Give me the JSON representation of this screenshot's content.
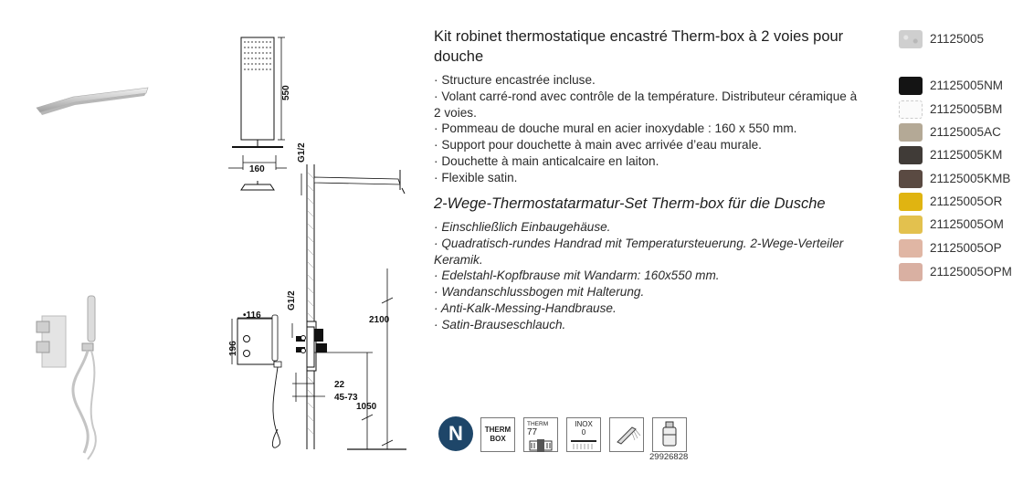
{
  "product": {
    "title": "Kit robinet thermostatique encastré Therm-box à 2 voies pour douche",
    "features_fr": [
      "Structure encastrée incluse.",
      "Volant carré-rond avec contrôle de la température. Distributeur céramique à 2 voies.",
      "Pommeau de douche mural en acier inoxydable : 160 x 550 mm.",
      "Support pour douchette à main avec arrivée d’eau murale.",
      "Douchette à main anticalcaire en laiton.",
      "Flexible satin."
    ],
    "title_de": "2-Wege-Thermostatarmatur-Set Therm-box für die Dusche",
    "features_de": [
      "Einschließlich Einbaugehäuse.",
      "Quadratisch-rundes Handrad mit Temperatursteuerung. 2-Wege-Verteiler Keramik.",
      "Edelstahl-Kopfbrause mit Wandarm: 160x550 mm.",
      "Wandanschlussbogen mit Halterung.",
      "Anti-Kalk-Messing-Handbrause.",
      "Satin-Brauseschlauch."
    ]
  },
  "finishes": [
    {
      "code": "21125005",
      "color": "#cfcfcf",
      "pattern": "textured"
    },
    {
      "code": "21125005NM",
      "color": "#141414"
    },
    {
      "code": "21125005BM",
      "color": "#fbfbfb"
    },
    {
      "code": "21125005AC",
      "color": "#b4a996"
    },
    {
      "code": "21125005KM",
      "color": "#403b37"
    },
    {
      "code": "21125005KMB",
      "color": "#5a4a42"
    },
    {
      "code": "21125005OR",
      "color": "#e0b411"
    },
    {
      "code": "21125005OM",
      "color": "#e3c14e"
    },
    {
      "code": "21125005OP",
      "color": "#e0b6a4"
    },
    {
      "code": "21125005OPM",
      "color": "#d9b0a2"
    }
  ],
  "drawing": {
    "dims": {
      "head_height": "550",
      "head_width": "160",
      "thread_top": "G1/2",
      "thread_mid": "G1/2",
      "valve_width": "116",
      "valve_height": "196",
      "total_height": "2100",
      "valve_height_floor": "1050",
      "depth_min": "22",
      "depth_range": "45-73"
    }
  },
  "icons": {
    "badge_letter": "N",
    "thermbox_line1": "THERM",
    "thermbox_line2": "BOX",
    "therm_label": "THERM",
    "therm_number": "77",
    "inox_label": "INOX",
    "inox_number": "0",
    "part_number": "29926828"
  }
}
